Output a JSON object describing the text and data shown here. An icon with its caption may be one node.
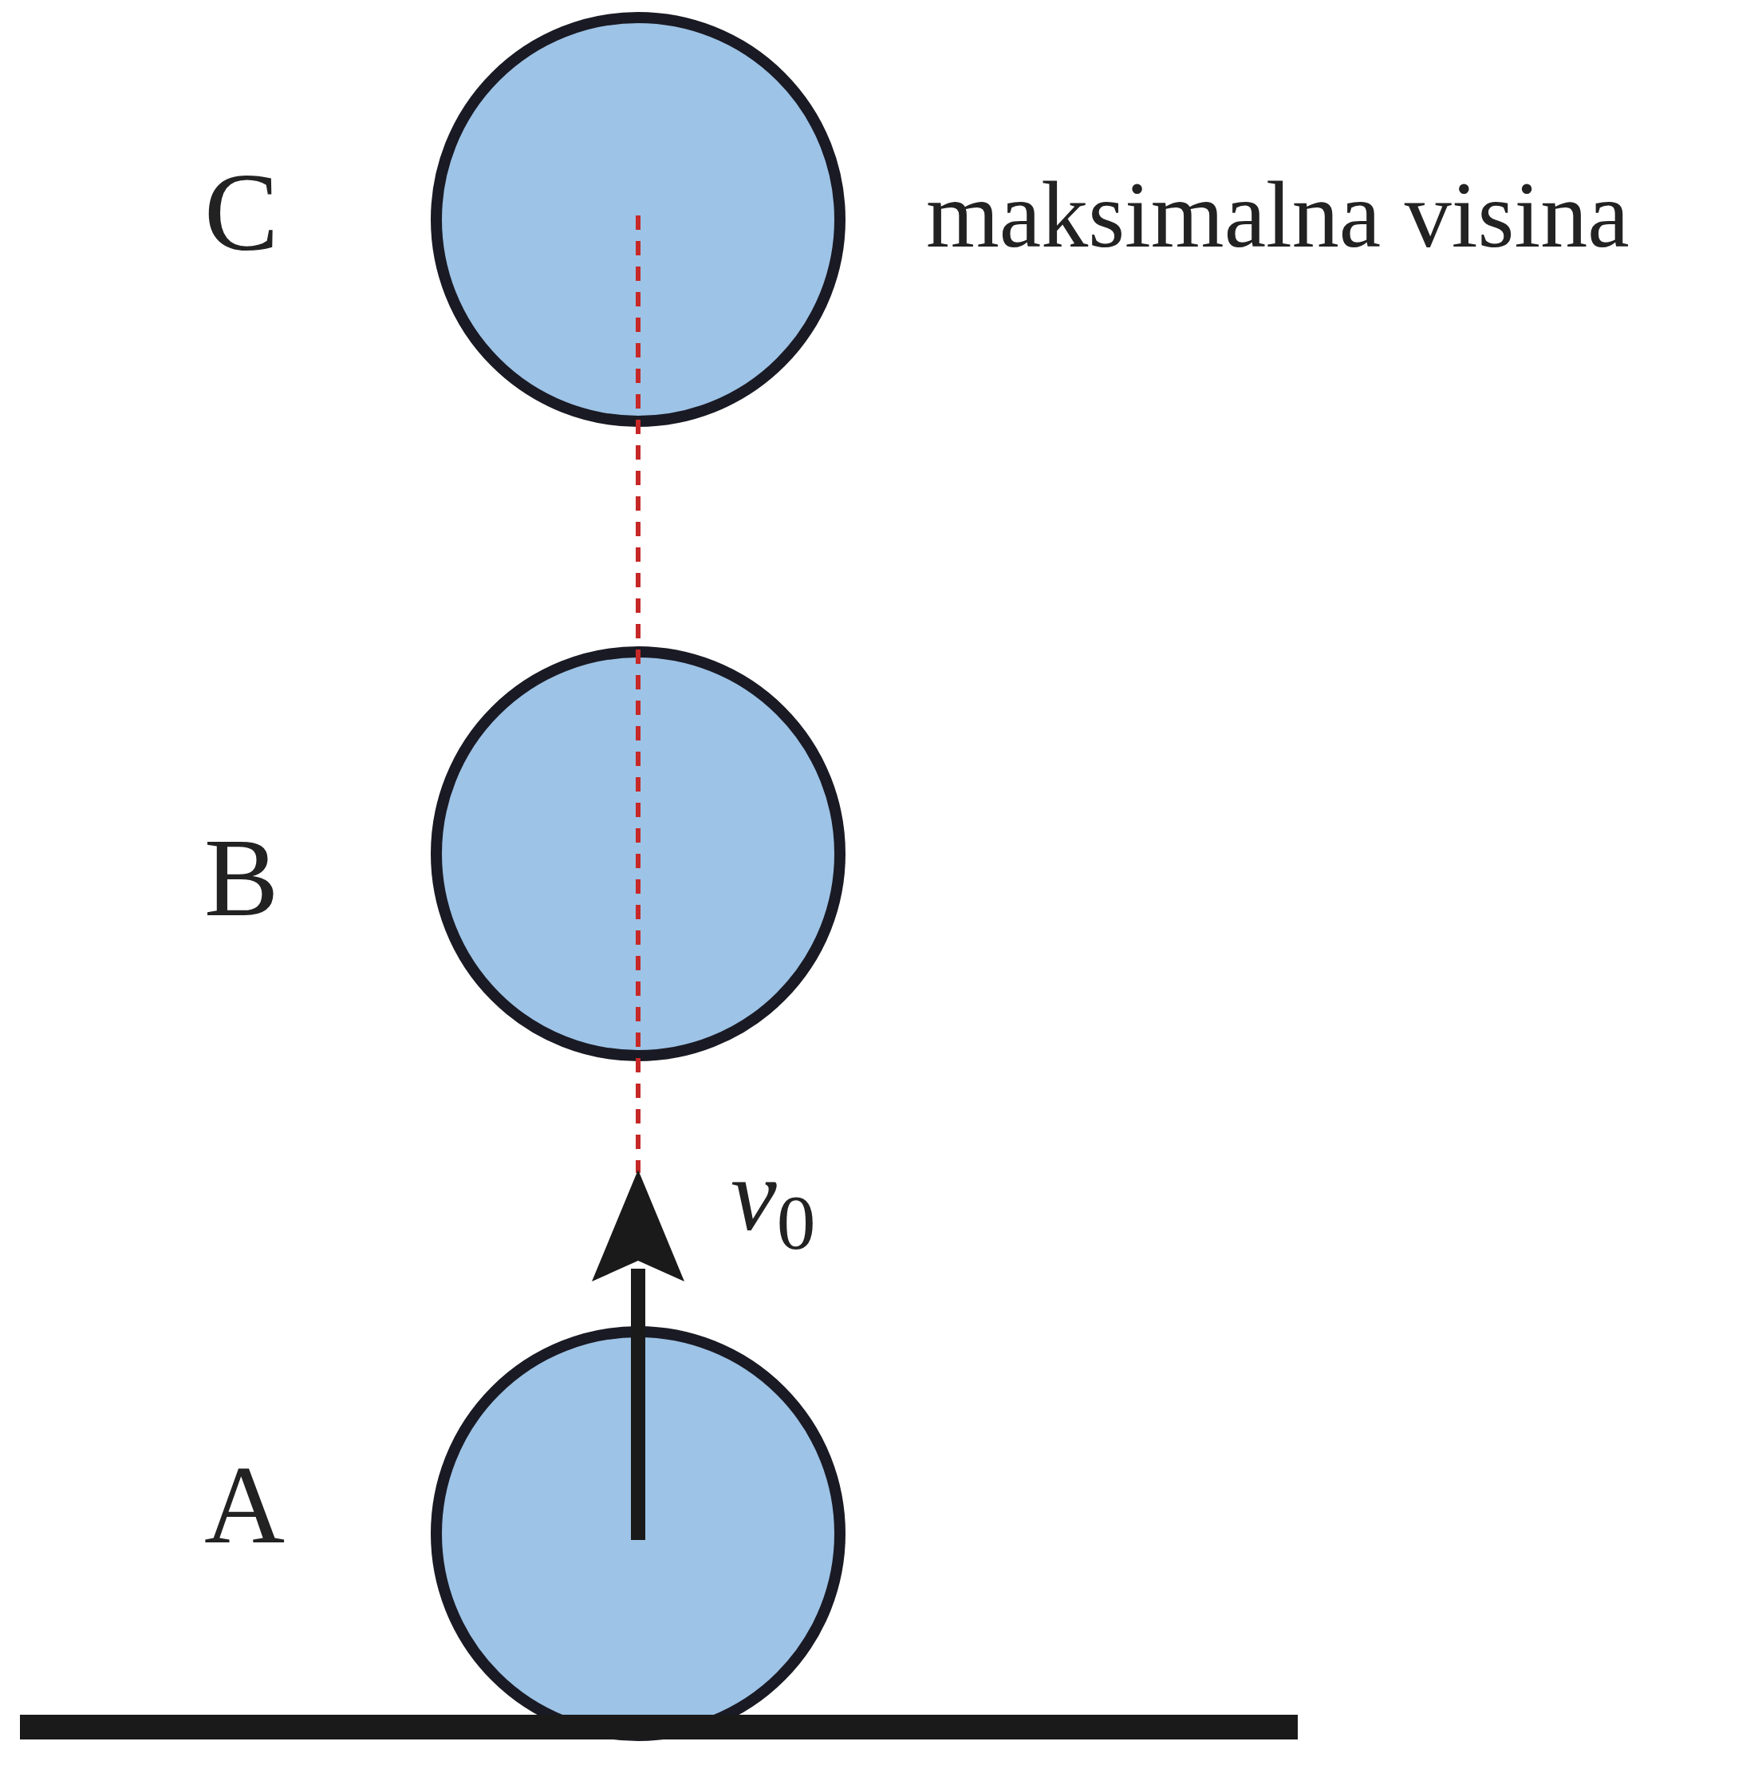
{
  "diagram": {
    "nodes": [
      {
        "text": [],
        "shape": "circle",
        "beside": [
          "C",
          "maksimalna visina"
        ]
      },
      {
        "text": [],
        "shape": "circle",
        "beside": [
          "B"
        ]
      },
      {
        "text": [],
        "shape": "circle",
        "beside": [
          "A"
        ]
      }
    ],
    "labels": [
      "*v*$_{0}$"
    ]
  }
}
